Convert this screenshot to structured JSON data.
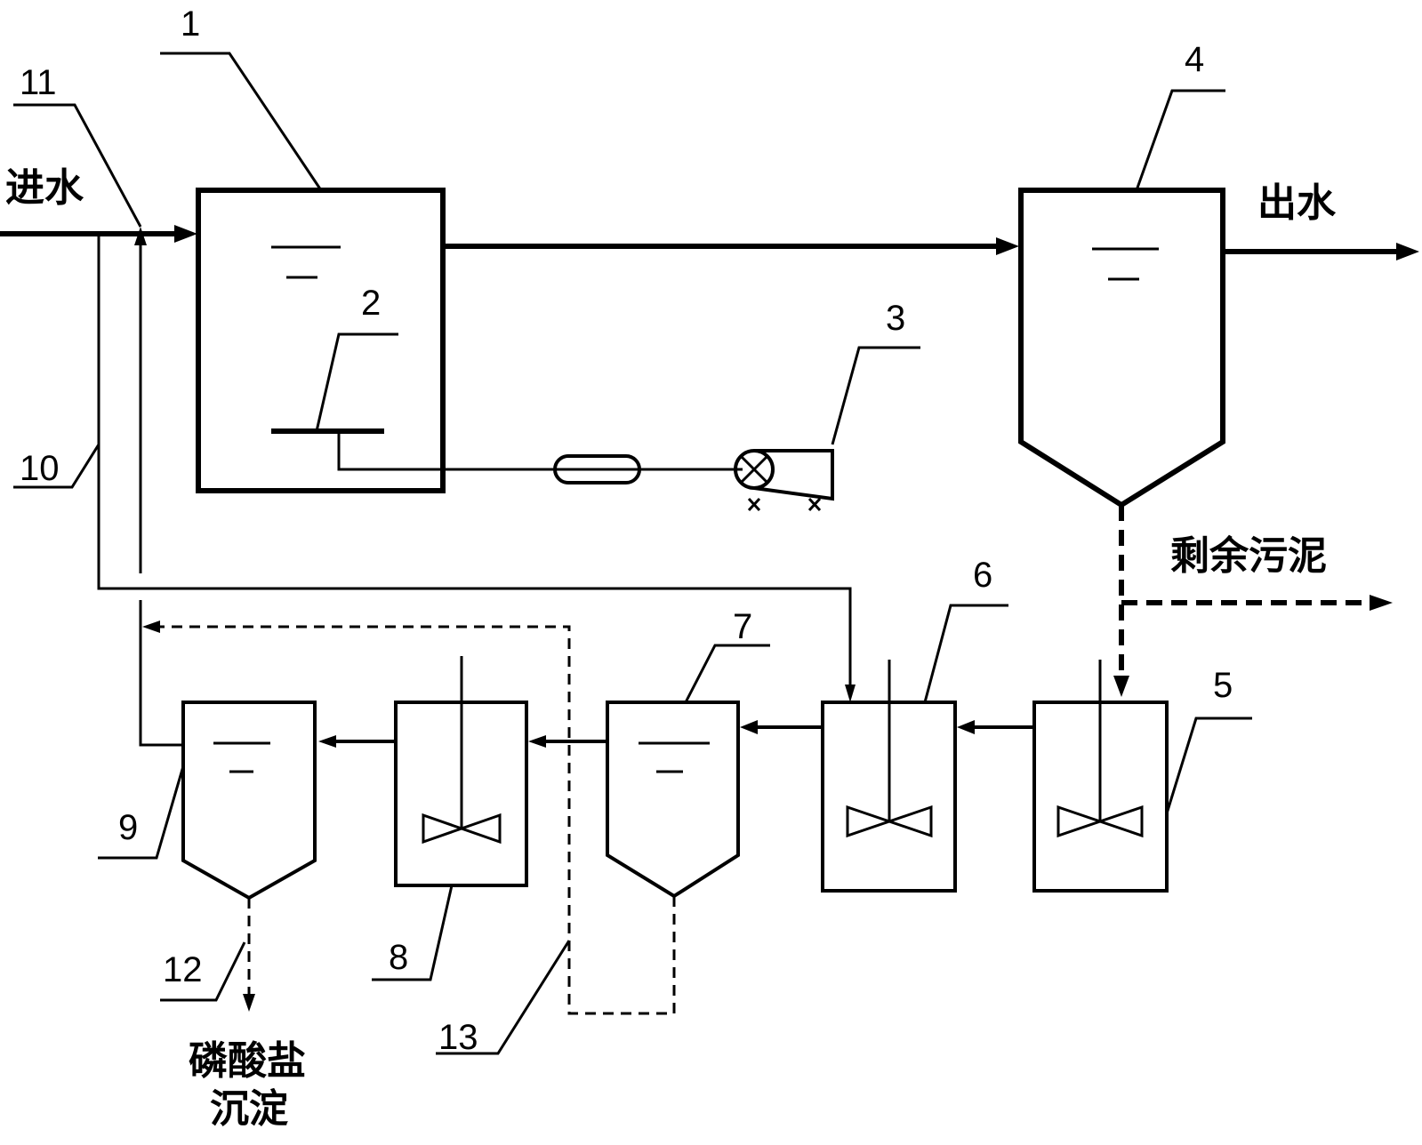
{
  "labels": {
    "inlet": "进水",
    "outlet": "出水",
    "excess_sludge": "剩余污泥",
    "phosphate_line1": "磷酸盐",
    "phosphate_line2": "沉淀"
  },
  "callouts": {
    "n1": "1",
    "n2": "2",
    "n3": "3",
    "n4": "4",
    "n5": "5",
    "n6": "6",
    "n7": "7",
    "n8": "8",
    "n9": "9",
    "n10": "10",
    "n11": "11",
    "n12": "12",
    "n13": "13"
  }
}
